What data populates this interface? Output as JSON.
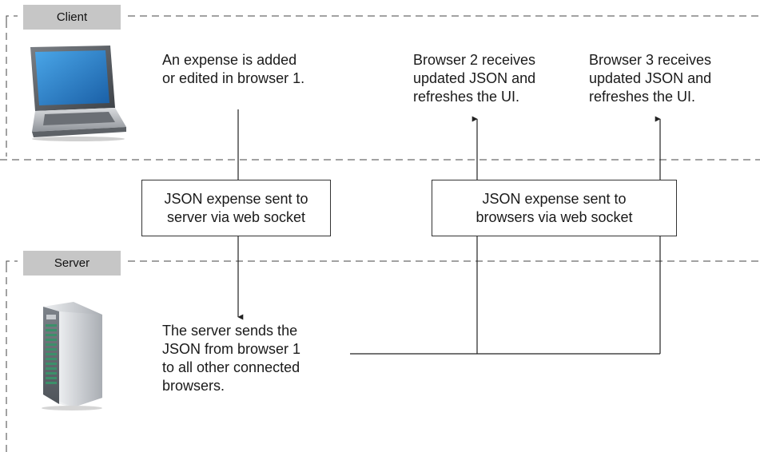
{
  "zones": {
    "client_label": "Client",
    "server_label": "Server"
  },
  "client": {
    "browser1_text": "An expense is added\nor edited in browser 1.",
    "browser2_text": "Browser 2 receives\nupdated JSON and\nrefreshes the UI.",
    "browser3_text": "Browser 3 receives\nupdated JSON and\nrefreshes the UI."
  },
  "transport": {
    "to_server_text": "JSON expense sent to\nserver via web socket",
    "to_browsers_text": "JSON expense sent to\nbrowsers via web socket"
  },
  "server": {
    "broadcast_text": "The server sends the\nJSON from browser 1\nto all other connected\nbrowsers."
  },
  "icons": {
    "laptop": "laptop-icon",
    "server": "server-tower-icon"
  },
  "colors": {
    "tab_fill": "#c6c6c6",
    "line": "#333333"
  }
}
